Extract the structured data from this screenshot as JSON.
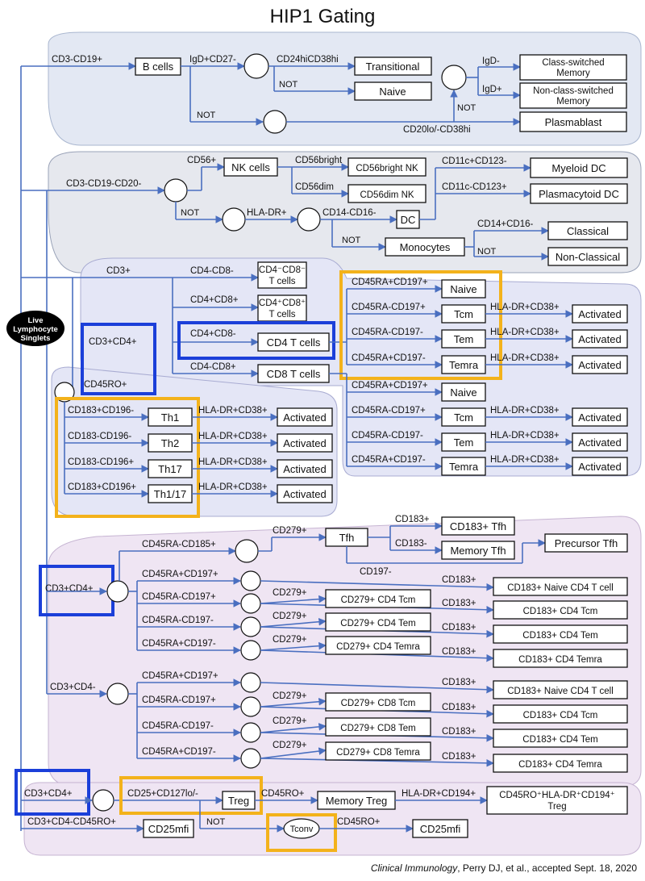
{
  "title": "HIP1 Gating",
  "root": "Live Lymphocyte Singlets",
  "citation": {
    "journal": "Clinical Immunology",
    "rest": ", Perry DJ, et al., accepted Sept. 18, 2020"
  },
  "colors": {
    "line": "#4a6fc0",
    "panel_blue": "#e3e8f3",
    "panel_gray": "#e6e8ee",
    "panel_lav": "#e4e6f6",
    "panel_pink": "#efe5f3",
    "highlight_blue": "#1b3fd9",
    "highlight_gold": "#f3b21b"
  },
  "bcell": {
    "gate": "CD3-CD19+",
    "box": "B cells",
    "sub_gate": "IgD+CD27-",
    "hi_gate": "CD24hiCD38hi",
    "transitional": "Transitional",
    "not1": "NOT",
    "naive": "Naive",
    "igd_neg": "IgD-",
    "igd_pos": "IgD+",
    "class_switched": "Class-switched Memory",
    "non_class_switched": "Non-class-switched Memory",
    "not2": "NOT",
    "not3": "NOT",
    "plasma_gate": "CD20lo/-CD38hi",
    "plasmablast": "Plasmablast"
  },
  "nk": {
    "gate": "CD3-CD19-CD20-",
    "cd56_gate": "CD56+",
    "nk_cells": "NK cells",
    "bright_gate": "CD56bright",
    "bright_box": "CD56bright NK",
    "dim_gate": "CD56dim",
    "dim_box": "CD56dim NK",
    "not1": "NOT",
    "hla_gate": "HLA-DR+",
    "cd14_gate": "CD14-CD16-",
    "dc": "DC",
    "myeloid_gate": "CD11c+CD123-",
    "myeloid": "Myeloid DC",
    "plasma_gate": "CD11c-CD123+",
    "plasmacytoid": "Plasmacytoid DC",
    "not2": "NOT",
    "monocytes": "Monocytes",
    "classical_gate": "CD14+CD16-",
    "classical": "Classical",
    "not3": "NOT",
    "non_classical": "Non-Classical"
  },
  "tcell": {
    "gate": "CD3+",
    "dn_gate": "CD4-CD8-",
    "dn_box": "CD4-CD8- T cells",
    "dp_gate": "CD4+CD8+",
    "dp_box": "CD4+CD8+ T cells",
    "cd4_gate": "CD4+CD8-",
    "cd4_box": "CD4 T cells",
    "cd8_gate": "CD4-CD8+",
    "cd8_box": "CD8 T cells",
    "naive_gate": "CD45RA+CD197+",
    "naive": "Naive",
    "tcm_gate": "CD45RA-CD197+",
    "tcm": "Tcm",
    "tem_gate": "CD45RA-CD197-",
    "tem": "Tem",
    "temra_gate": "CD45RA+CD197-",
    "temra": "Temra",
    "act_gate": "HLA-DR+CD38+",
    "activated": "Activated"
  },
  "th": {
    "parent_top": "CD3+CD4+",
    "parent_bottom": "CD45RO+",
    "th1_gate": "CD183+CD196-",
    "th1": "Th1",
    "th2_gate": "CD183-CD196-",
    "th2": "Th2",
    "th17_gate": "CD183-CD196+",
    "th17": "Th17",
    "th117_gate": "CD183+CD196+",
    "th117": "Th1/17",
    "act_gate": "HLA-DR+CD38+",
    "activated": "Activated"
  },
  "tfh": {
    "cd4_parent": "CD3+CD4+",
    "cxcr5_gate": "CD45RA-CD185+",
    "pd1_gate": "CD279+",
    "tfh": "Tfh",
    "cd183pos": "CD183+",
    "cd183pos_box": "CD183+ Tfh",
    "cd183neg": "CD183-",
    "memory_tfh": "Memory Tfh",
    "ccr7neg": "CD197-",
    "precursor": "Precursor Tfh",
    "naive_gate": "CD45RA+CD197+",
    "tcm_gate": "CD45RA-CD197+",
    "tem_gate": "CD45RA-CD197-",
    "temra_gate": "CD45RA+CD197-",
    "pd1": "CD279+",
    "cxcr3": "CD183+",
    "cd4_tcm": "CD279+ CD4 Tcm",
    "cd4_tem": "CD279+ CD4 Tem",
    "cd4_temra": "CD279+ CD4 Temra",
    "r_naive": "CD183+ Naive CD4 T cell",
    "r_tcm": "CD183+ CD4 Tcm",
    "r_tem": "CD183+ CD4 Tem",
    "r_temra": "CD183+ CD4 Temra",
    "cd8_parent": "CD3+CD4-",
    "cd8_tcm": "CD279+ CD8 Tcm",
    "cd8_tem": "CD279+ CD8 Tem",
    "cd8_temra": "CD279+ CD8 Temra"
  },
  "treg": {
    "parent": "CD3+CD4+",
    "naive_parent": "CD3+CD4-CD45RO+",
    "cd25mfi": "CD25mfi",
    "gate": "CD25+CD127lo/-",
    "treg": "Treg",
    "ro_gate": "CD45RO+",
    "memory_treg": "Memory Treg",
    "act_gate": "HLA-DR+CD194+",
    "result": "CD45RO+HLA-DR+CD194+ Treg",
    "not": "NOT",
    "tconv": "Tconv",
    "ro_gate2": "CD45RO+",
    "cd25mfi2": "CD25mfi"
  }
}
